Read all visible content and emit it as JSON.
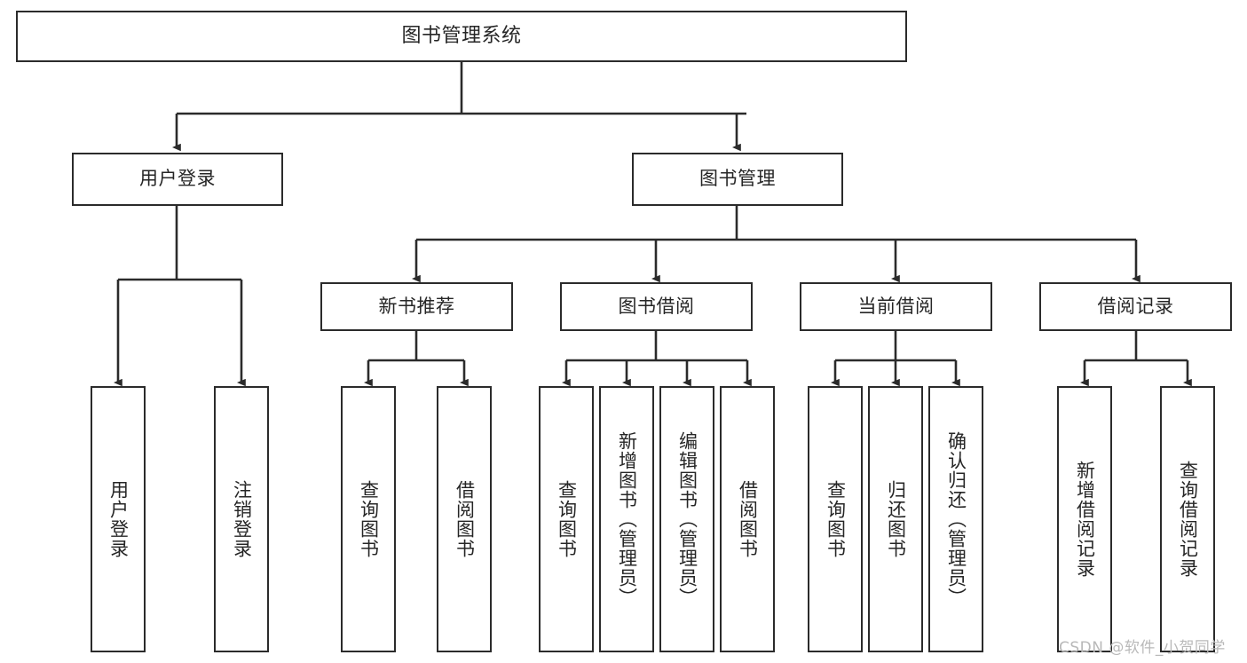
{
  "diagram": {
    "title": "图书管理系统",
    "type": "hierarchy-tree",
    "nodes": {
      "root": {
        "label": "图书管理系统",
        "level": 0
      },
      "login": {
        "label": "用户登录",
        "level": 1
      },
      "book_mgmt": {
        "label": "图书管理",
        "level": 1
      },
      "new_book_rec": {
        "label": "新书推荐",
        "level": 2
      },
      "book_borrow": {
        "label": "图书借阅",
        "level": 2
      },
      "current_borrow": {
        "label": "当前借阅",
        "level": 2
      },
      "borrow_record": {
        "label": "借阅记录",
        "level": 2
      },
      "leaf_user_login": {
        "label": "用户登录",
        "level": 3
      },
      "leaf_logout": {
        "label": "注销登录",
        "level": 3
      },
      "leaf_query_book_1": {
        "label": "查询图书",
        "level": 3
      },
      "leaf_borrow_book_1": {
        "label": "借阅图书",
        "level": 3
      },
      "leaf_query_book_2": {
        "label": "查询图书",
        "level": 3
      },
      "leaf_add_book": {
        "label": "新增图书（管理员）",
        "level": 3
      },
      "leaf_edit_book": {
        "label": "编辑图书（管理员）",
        "level": 3
      },
      "leaf_borrow_book_2": {
        "label": "借阅图书",
        "level": 3
      },
      "leaf_query_book_3": {
        "label": "查询图书",
        "level": 3
      },
      "leaf_return_book": {
        "label": "归还图书",
        "level": 3
      },
      "leaf_confirm_return": {
        "label": "确认归还（管理员）",
        "level": 3
      },
      "leaf_add_record": {
        "label": "新增借阅记录",
        "level": 3
      },
      "leaf_query_record": {
        "label": "查询借阅记录",
        "level": 3
      }
    },
    "edges": [
      {
        "from": "root",
        "to": "login"
      },
      {
        "from": "root",
        "to": "book_mgmt"
      },
      {
        "from": "login",
        "to": "leaf_user_login"
      },
      {
        "from": "login",
        "to": "leaf_logout"
      },
      {
        "from": "book_mgmt",
        "to": "new_book_rec"
      },
      {
        "from": "book_mgmt",
        "to": "book_borrow"
      },
      {
        "from": "book_mgmt",
        "to": "current_borrow"
      },
      {
        "from": "book_mgmt",
        "to": "borrow_record"
      },
      {
        "from": "new_book_rec",
        "to": "leaf_query_book_1"
      },
      {
        "from": "new_book_rec",
        "to": "leaf_borrow_book_1"
      },
      {
        "from": "book_borrow",
        "to": "leaf_query_book_2"
      },
      {
        "from": "book_borrow",
        "to": "leaf_add_book"
      },
      {
        "from": "book_borrow",
        "to": "leaf_edit_book"
      },
      {
        "from": "book_borrow",
        "to": "leaf_borrow_book_2"
      },
      {
        "from": "current_borrow",
        "to": "leaf_query_book_3"
      },
      {
        "from": "current_borrow",
        "to": "leaf_return_book"
      },
      {
        "from": "current_borrow",
        "to": "leaf_confirm_return"
      },
      {
        "from": "borrow_record",
        "to": "leaf_add_record"
      },
      {
        "from": "borrow_record",
        "to": "leaf_query_record"
      }
    ],
    "colors": {
      "stroke": "#2b2b2b",
      "fill": "#ffffff",
      "text": "#262626",
      "watermark": "#b9b9b9"
    }
  },
  "watermark": {
    "text": "CSDN @软件_小贺同学"
  }
}
